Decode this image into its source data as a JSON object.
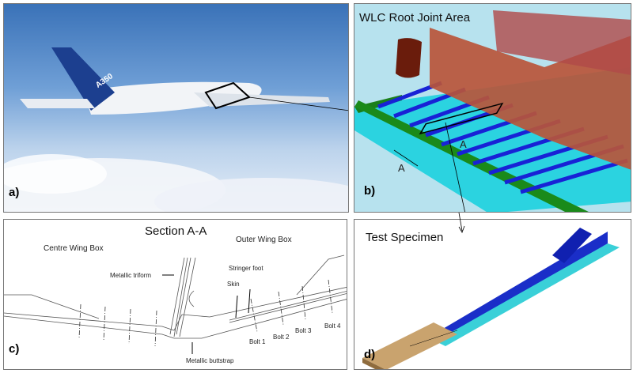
{
  "panel_a": {
    "label": "a)",
    "fuselage_text": "A350"
  },
  "panel_b": {
    "label": "b)",
    "title": "WLC Root Joint Area",
    "section_marker_1": "A",
    "section_marker_2": "A"
  },
  "panel_c": {
    "label": "c)",
    "title": "Section A-A",
    "centre_wing_box": "Centre Wing Box",
    "outer_wing_box": "Outer Wing Box",
    "metallic_triform": "Metallic triform",
    "stringer_foot": "Stringer foot",
    "skin": "Skin",
    "metallic_buttstrap": "Metallic buttstrap",
    "bolts": [
      "Bolt 1",
      "Bolt 2",
      "Bolt 3",
      "Bolt 4"
    ]
  },
  "panel_d": {
    "label": "d)",
    "title": "Test Specimen"
  }
}
